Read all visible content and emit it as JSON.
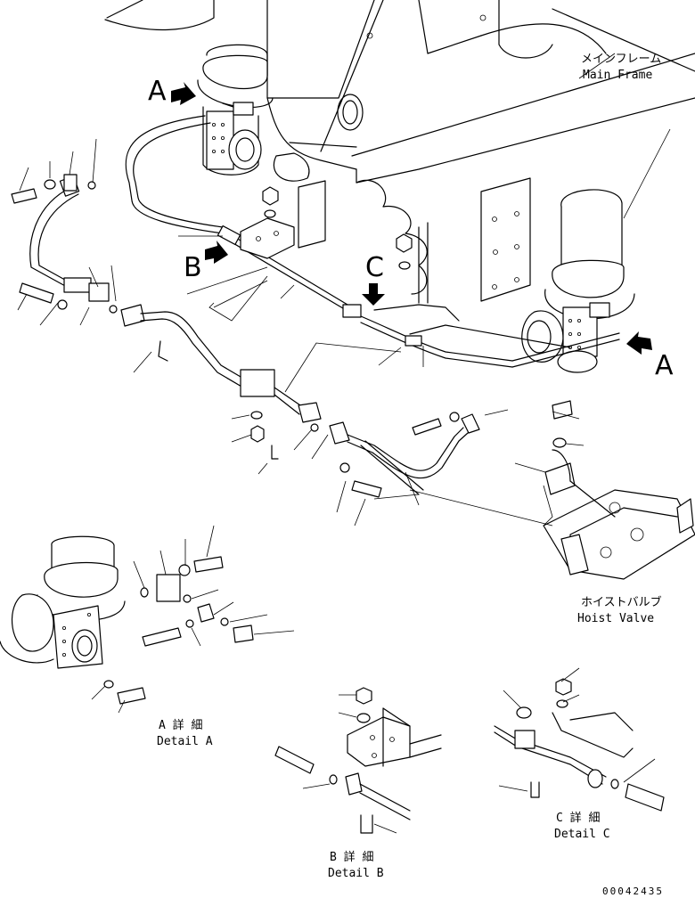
{
  "callouts": {
    "a_top": "A",
    "a_right": "A",
    "b": "B",
    "c": "C"
  },
  "labels": {
    "main_frame_jp": "メインフレーム",
    "main_frame_en": "Main Frame",
    "hoist_valve_jp": "ホイストバルブ",
    "hoist_valve_en": "Hoist Valve",
    "detail_a_jp": "A 詳 細",
    "detail_a_en": "Detail A",
    "detail_b_jp": "B 詳 細",
    "detail_b_en": "Detail B",
    "detail_c_jp": "C 詳 細",
    "detail_c_en": "Detail C"
  },
  "document_number": "00042435"
}
